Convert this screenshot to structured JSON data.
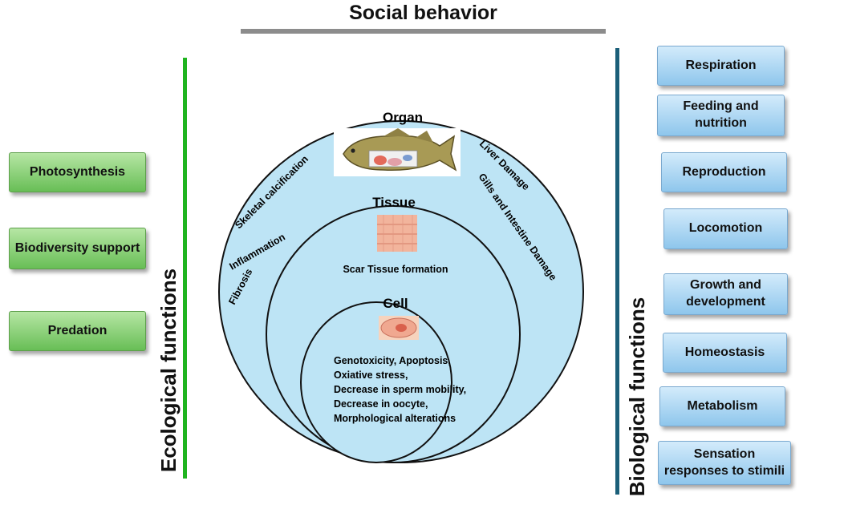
{
  "title": "Social behavior",
  "ecological": {
    "label": "Ecological functions",
    "items": [
      "Photosynthesis",
      "Biodiversity support",
      "Predation"
    ]
  },
  "biological": {
    "label": "Biological functions",
    "items": [
      "Respiration",
      "Feeding and nutrition",
      "Reproduction",
      "Locomotion",
      "Growth and development",
      "Homeostasis",
      "Metabolism",
      "Sensation responses to stimili"
    ]
  },
  "levels": {
    "organ": {
      "label": "Organ",
      "left_effects": [
        "Skeletal calcification",
        "Inflammation",
        "Fibrosis"
      ],
      "right_effects": [
        "Liver Damage",
        "Gills and Intestine Damage"
      ]
    },
    "tissue": {
      "label": "Tissue",
      "effect": "Scar Tissue formation"
    },
    "cell": {
      "label": "Cell",
      "effects": [
        "Genotoxicity, Apoptosis,",
        "Oxiative stress,",
        "Decrease in sperm mobility,",
        "Decrease in oocyte,",
        "Morphological alterations"
      ]
    }
  },
  "colors": {
    "circle_fill": "#bde4f5",
    "eco_line": "#1fb41f",
    "bio_line": "#1b5f79",
    "title_bar": "#8c8c8c"
  }
}
